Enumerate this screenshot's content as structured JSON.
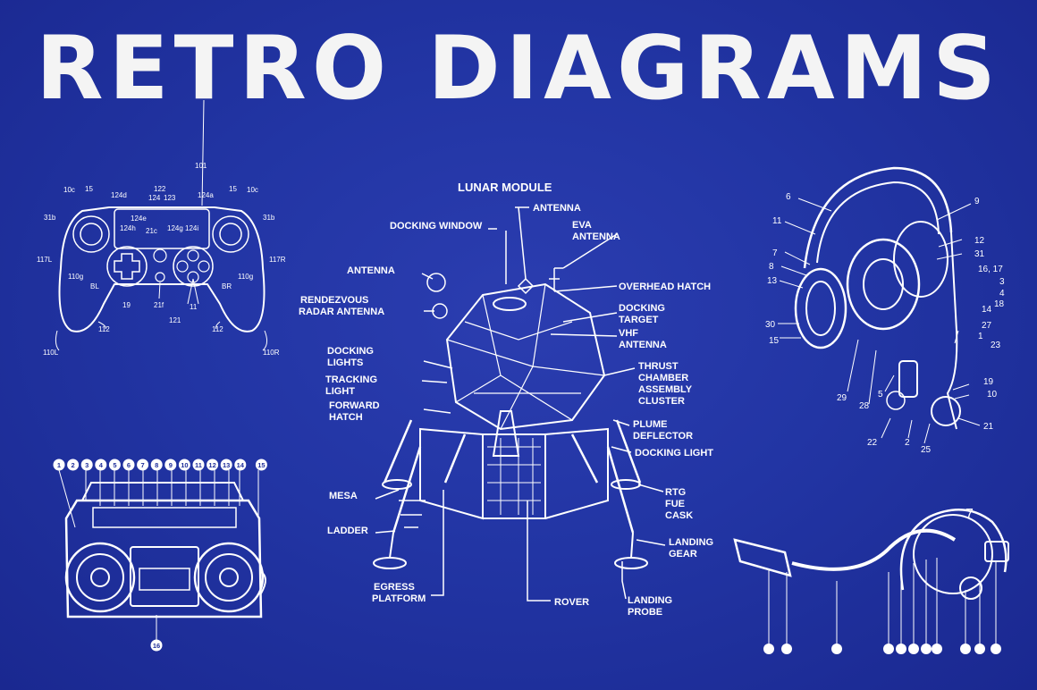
{
  "title": "RETRO DIAGRAMS",
  "lunar_module": {
    "heading": "LUNAR MODULE",
    "labels": {
      "antenna_top": "ANTENNA",
      "eva_antenna": [
        "EVA",
        "ANTENNA"
      ],
      "docking_window": "DOCKING WINDOW",
      "antenna_left": "ANTENNA",
      "overhead_hatch": "OVERHEAD HATCH",
      "rendezvous": [
        "RENDEZVOUS",
        "RADAR ANTENNA"
      ],
      "docking_target": [
        "DOCKING",
        "TARGET"
      ],
      "vhf_antenna": [
        "VHF",
        "ANTENNA"
      ],
      "docking_lights": [
        "DOCKING",
        "LIGHTS"
      ],
      "thrust": [
        "THRUST",
        "CHAMBER",
        "ASSEMBLY",
        "CLUSTER"
      ],
      "tracking_light": [
        "TRACKING",
        "LIGHT"
      ],
      "forward_hatch": [
        "FORWARD",
        "HATCH"
      ],
      "plume_deflector": [
        "PLUME",
        "DEFLECTOR"
      ],
      "docking_light": "DOCKING LIGHT",
      "mesa": "MESA",
      "rtg": [
        "RTG",
        "FUE",
        "CASK"
      ],
      "ladder": "LADDER",
      "landing_gear": [
        "LANDING",
        "GEAR"
      ],
      "egress": [
        "EGRESS",
        "PLATFORM"
      ],
      "rover": "ROVER",
      "landing_probe": [
        "LANDING",
        "PROBE"
      ]
    }
  },
  "gamepad": {
    "labels": [
      "101",
      "10c",
      "15",
      "124d",
      "122",
      "124",
      "123",
      "124a",
      "15",
      "10c",
      "124e",
      "31b",
      "31b",
      "124h",
      "21c",
      "124g",
      "124i",
      "117L",
      "117R",
      "110g",
      "110g",
      "BL",
      "BR",
      "19",
      "21f",
      "11",
      "121",
      "112",
      "112",
      "110L",
      "110R"
    ]
  },
  "headphones": {
    "labels": [
      "6",
      "9",
      "11",
      "7",
      "8",
      "13",
      "12",
      "31",
      "16, 17",
      "3",
      "4",
      "18",
      "14",
      "27",
      "1",
      "23",
      "30",
      "15",
      "29",
      "28",
      "5",
      "19",
      "10",
      "22",
      "2",
      "25",
      "21"
    ]
  },
  "boombox": {
    "callouts": [
      "1",
      "2",
      "3",
      "4",
      "5",
      "6",
      "7",
      "8",
      "9",
      "10",
      "11",
      "12",
      "13",
      "14",
      "15"
    ],
    "bottom_callout": "16"
  },
  "turntable": {
    "numbers": [
      "7"
    ]
  }
}
